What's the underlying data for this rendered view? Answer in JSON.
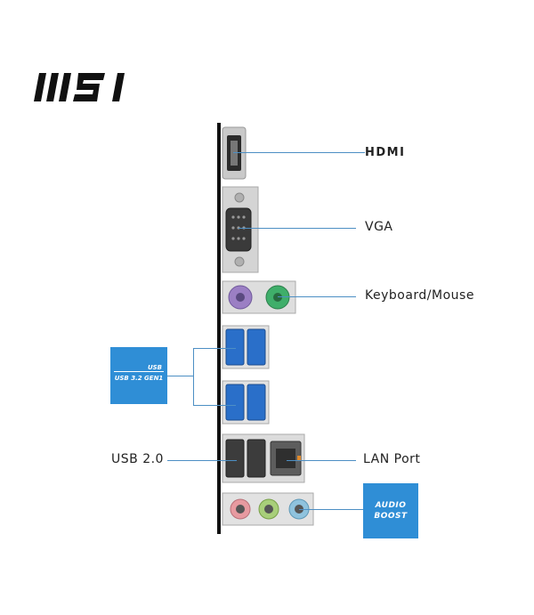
{
  "brand": {
    "logo": "MSI"
  },
  "ports": [
    {
      "id": "hdmi",
      "label": "HDMI"
    },
    {
      "id": "vga",
      "label": "VGA"
    },
    {
      "id": "ps2",
      "label": "Keyboard/Mouse"
    },
    {
      "id": "usb2",
      "label": "USB 2.0"
    },
    {
      "id": "lan",
      "label": "LAN Port"
    }
  ],
  "badges": {
    "usb32": {
      "top": "USB",
      "bottom": "USB 3.2 GEN1"
    },
    "audio": {
      "line1": "AUDIO",
      "line2": "BOOST"
    }
  },
  "colors": {
    "accent": "#2f8ed6",
    "line": "#4d8fc4",
    "usb3_blue": "#2a6fc9",
    "ps2_purple": "#9b7fc4",
    "ps2_green": "#3fae6a",
    "audio_pink": "#e79aa0",
    "audio_green": "#a8cf7a",
    "audio_blue": "#8fc3de"
  }
}
